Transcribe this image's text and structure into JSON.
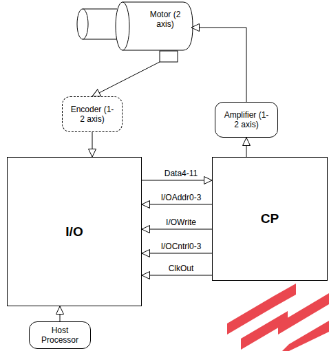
{
  "diagram": {
    "nodes": [
      {
        "text": [
          "Motor (2 axis)"
        ]
      },
      {
        "text": [
          "Encoder (1-2 axis)"
        ]
      },
      {
        "text": [
          "Amplifier (1-2 axis)"
        ]
      },
      {
        "text": [
          "I/O"
        ]
      },
      {
        "text": [
          "CP"
        ]
      },
      {
        "text": [
          "Host Processor"
        ]
      }
    ],
    "edges": [
      {
        "from": 0,
        "to": 1,
        "arrow": "to"
      },
      {
        "from": 1,
        "to": 3,
        "arrow": "to"
      },
      {
        "from": 2,
        "to": 0,
        "arrow": "to"
      },
      {
        "from": 4,
        "to": 2,
        "arrow": "to"
      },
      {
        "from": 3,
        "to": 4,
        "label": "Data4-11",
        "arrow": "to"
      },
      {
        "from": 4,
        "to": 3,
        "label": "I/OAddr0-3",
        "arrow": "to"
      },
      {
        "from": 4,
        "to": 3,
        "label": "I/OWrite",
        "arrow": "to"
      },
      {
        "from": 4,
        "to": 3,
        "label": "I/OCntrl0-3",
        "arrow": "to"
      },
      {
        "from": 4,
        "to": 3,
        "label": "ClkOut",
        "arrow": "to"
      },
      {
        "from": 5,
        "to": 3,
        "arrow": "to"
      }
    ]
  }
}
